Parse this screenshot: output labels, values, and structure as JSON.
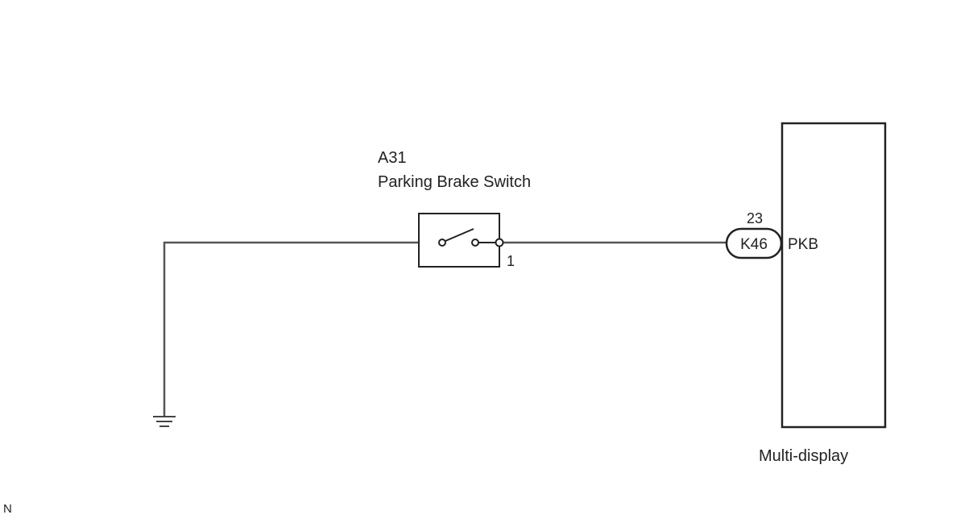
{
  "colors": {
    "wire": "#555555",
    "outline": "#222222",
    "background": "#ffffff"
  },
  "switch": {
    "code": "A31",
    "name": "Parking Brake Switch",
    "pin": "1"
  },
  "connector": {
    "code": "K46",
    "pin": "23",
    "terminal": "PKB"
  },
  "module": {
    "name": "Multi-display"
  },
  "footer": {
    "mark": "N"
  },
  "ground": {
    "icon": "ground-icon"
  }
}
